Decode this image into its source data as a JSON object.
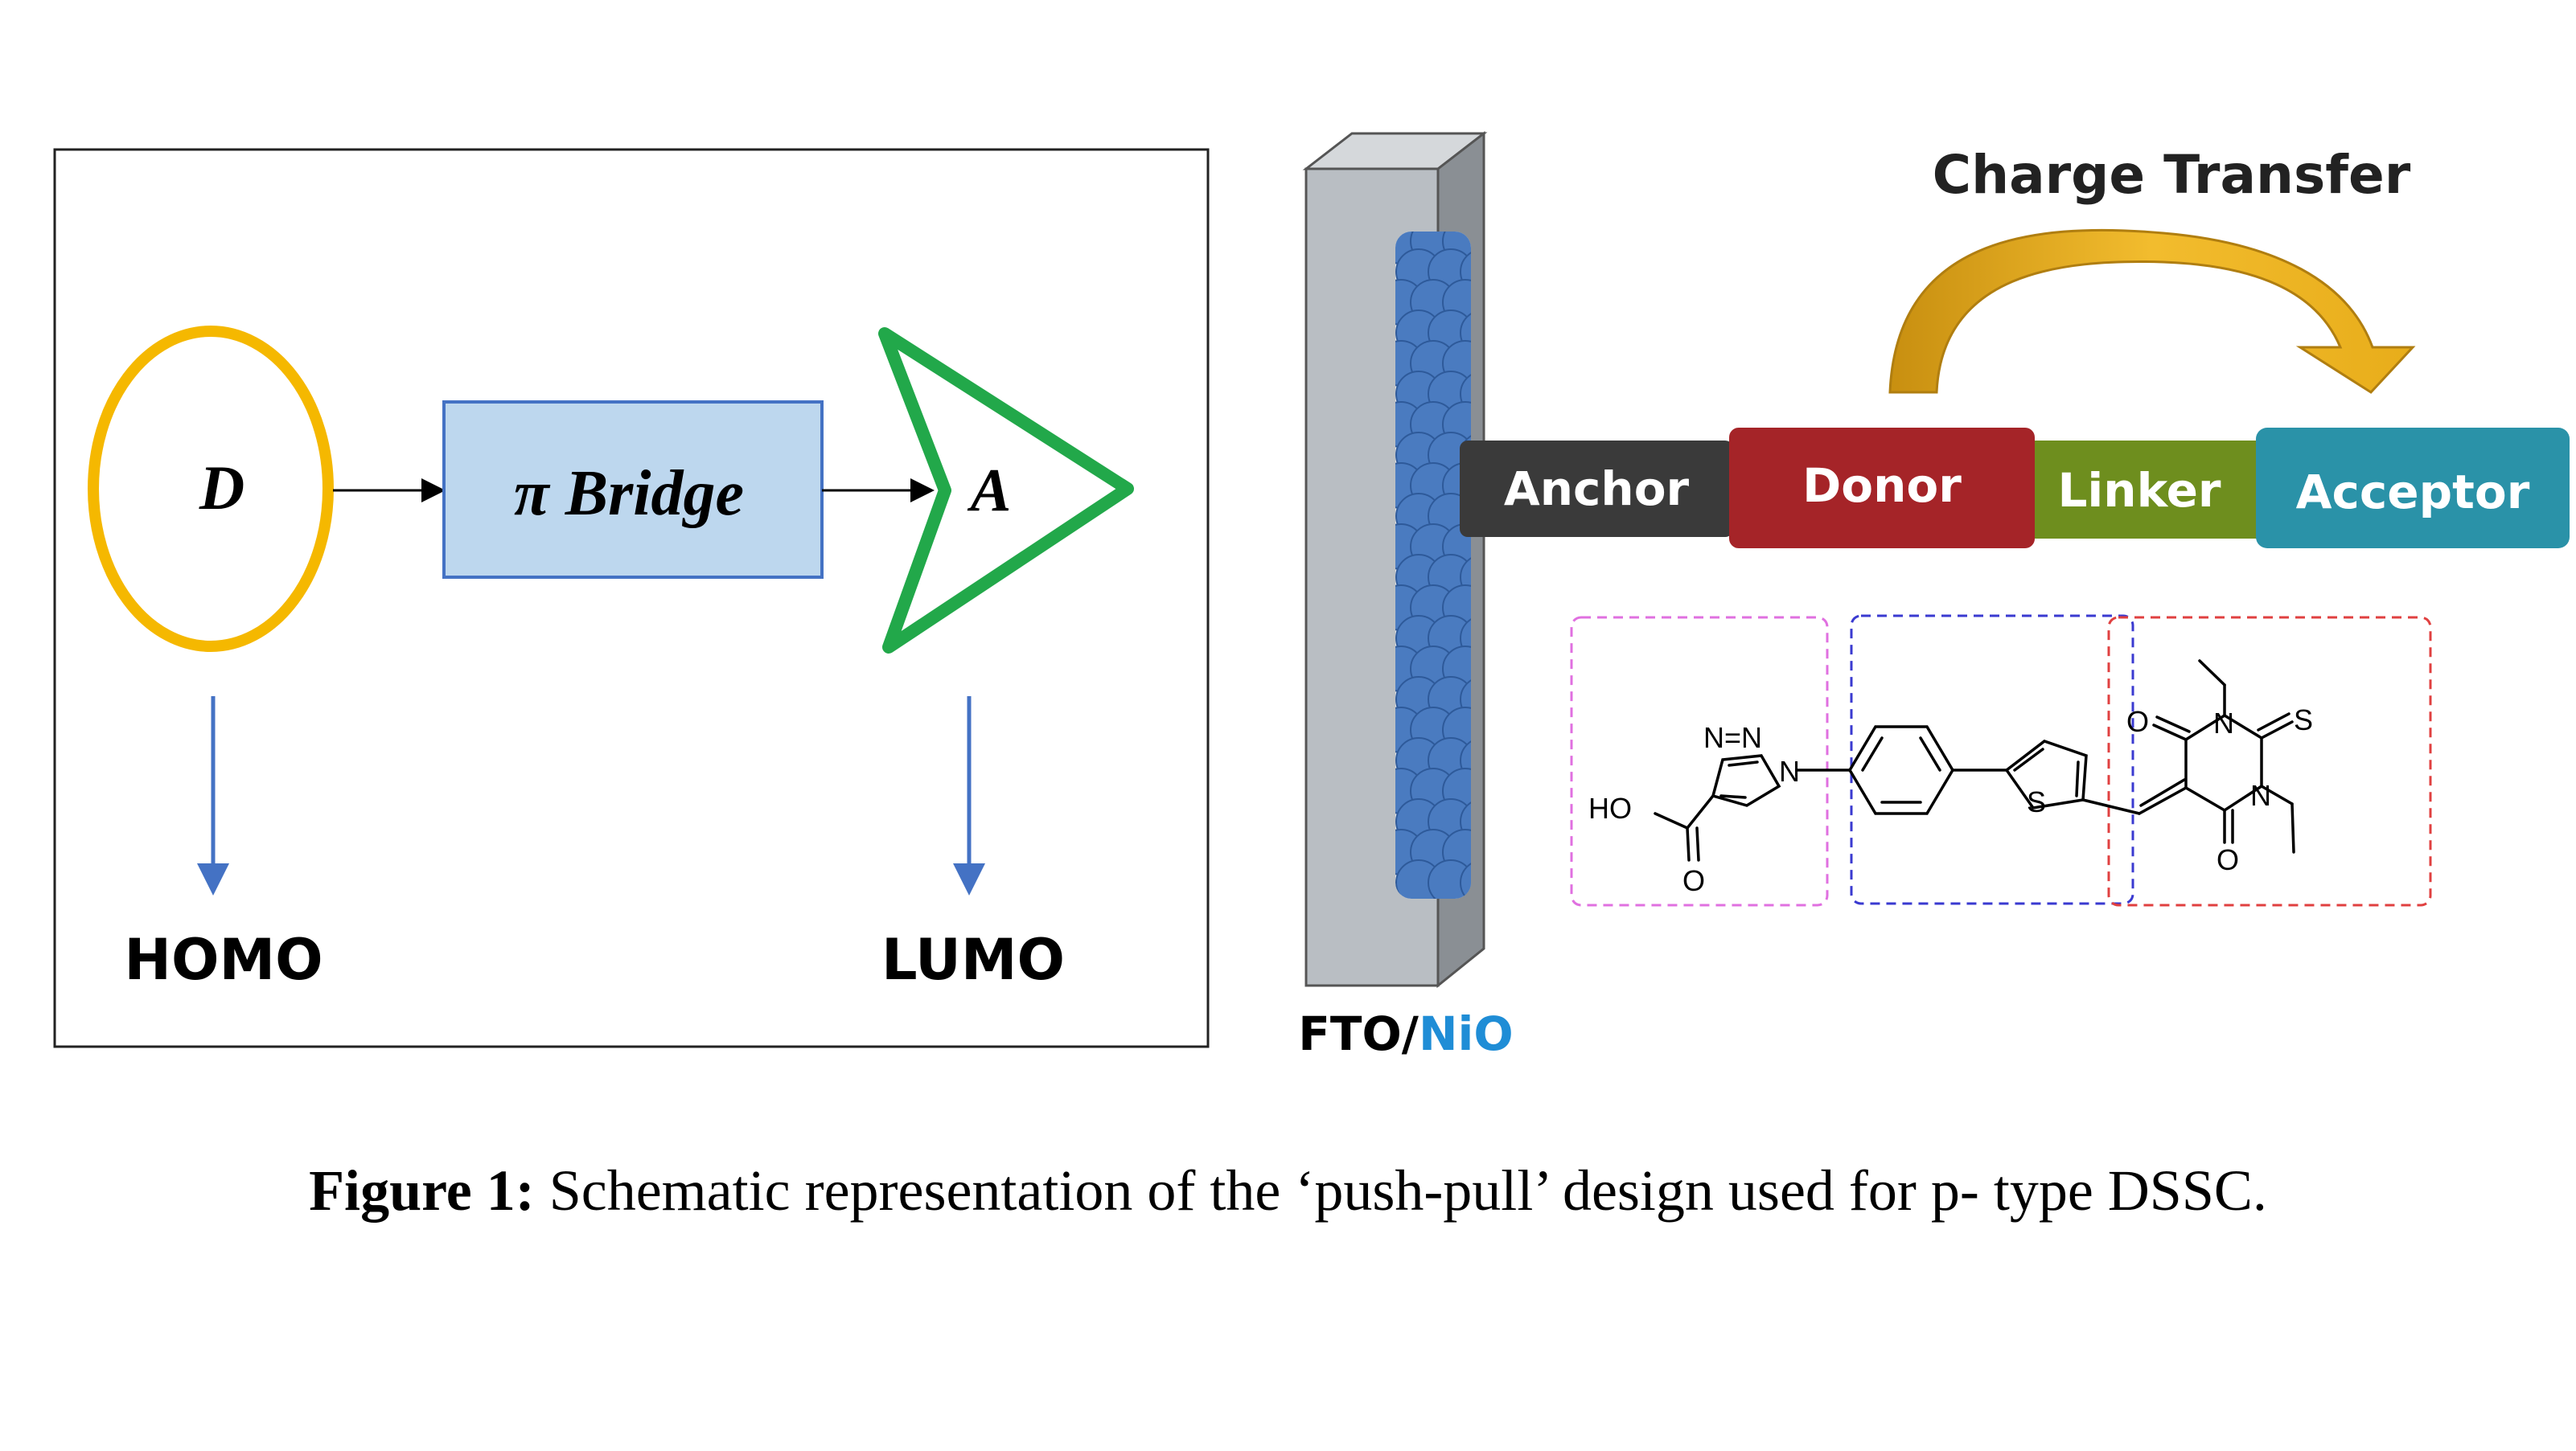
{
  "left_panel": {
    "donor_label": "D",
    "bridge_label": "π Bridge",
    "acceptor_label": "A",
    "homo_label": "HOMO",
    "lumo_label": "LUMO"
  },
  "right_panel": {
    "charge_transfer_label": "Charge Transfer",
    "segments": {
      "anchor": "Anchor",
      "donor": "Donor",
      "linker": "Linker",
      "acceptor": "Acceptor"
    },
    "electrode_fto": "FTO/",
    "electrode_nio": "NiO",
    "molecule_labels": {
      "ho": "HO",
      "o_carboxyl": "O",
      "triazole_n_top": "N=N",
      "triazole_n_side": "N",
      "thiophene_s": "S",
      "o_top": "O",
      "n_top": "N",
      "s_thione": "S",
      "n_bottom": "N",
      "o_bottom": "O"
    }
  },
  "colors": {
    "donor_ring": "#F5B800",
    "bridge_fill": "#BDD7EE",
    "bridge_stroke": "#4472C4",
    "acceptor_arrow": "#22A84A",
    "level_arrow": "#4472C4",
    "anchor": "#3A3A3A",
    "donor": "#A52428",
    "linker": "#6E8E1E",
    "acceptor": "#2A92A8",
    "charge_arrow": "#E6A817",
    "nio_text": "#1F8DD6",
    "nio_spheres": "#4A7BC0",
    "box_anchor": "#E070E0",
    "box_donor": "#3A3AD0",
    "box_acceptor": "#E04040"
  },
  "caption": {
    "label": "Figure 1:",
    "text": " Schematic representation of the ‘push-pull’ design used for p- type DSSC."
  }
}
